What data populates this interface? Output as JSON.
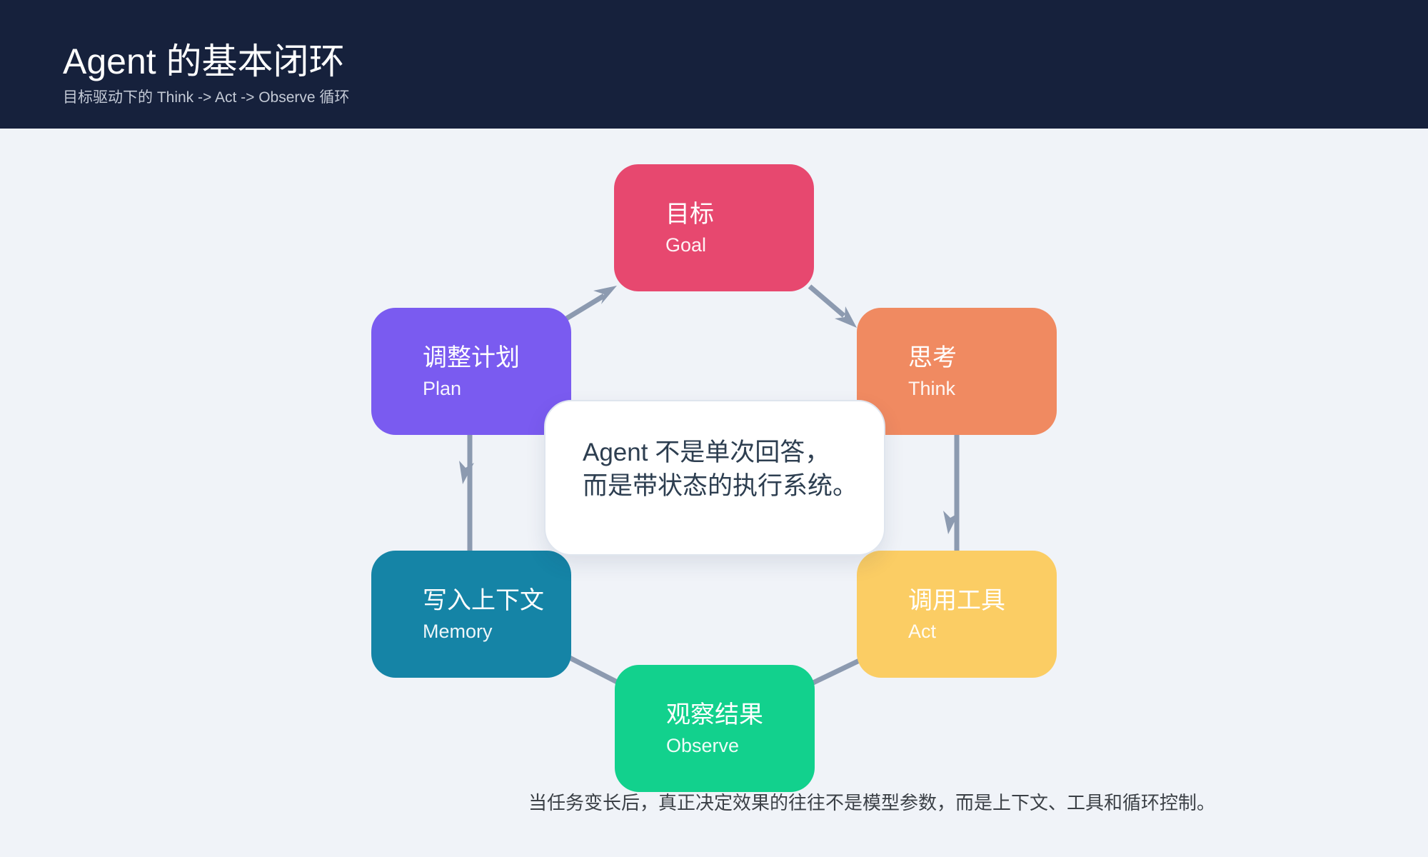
{
  "header": {
    "title": "Agent 的基本闭环",
    "subtitle": "目标驱动下的 Think -> Act -> Observe 循环"
  },
  "cards": [
    {
      "id": "goal",
      "label": "目标",
      "sublabel": "Goal",
      "color": "#E7486F"
    },
    {
      "id": "think",
      "label": "思考",
      "sublabel": "Think",
      "color": "#F08A61"
    },
    {
      "id": "act",
      "label": "调用工具",
      "sublabel": "Act",
      "color": "#FBCD64"
    },
    {
      "id": "observe",
      "label": "观察结果",
      "sublabel": "Observe",
      "color": "#12D18D"
    },
    {
      "id": "memory",
      "label": "写入上下文",
      "sublabel": "Memory",
      "color": "#1584A6"
    },
    {
      "id": "plan",
      "label": "调整计划",
      "sublabel": "Plan",
      "color": "#7A5BF0"
    }
  ],
  "center_note": {
    "line1": "Agent 不是单次回答，",
    "line2": "而是带状态的执行系统。"
  },
  "caption": "当任务变长后，真正决定效果的往往不是模型参数，而是上下文、工具和循环控制。",
  "colors": {
    "header_bg": "#16213C",
    "page_bg": "#F0F3F8",
    "connector": "#8C9AB0",
    "note_text": "#2D3E50",
    "caption_text": "#3B4046"
  }
}
